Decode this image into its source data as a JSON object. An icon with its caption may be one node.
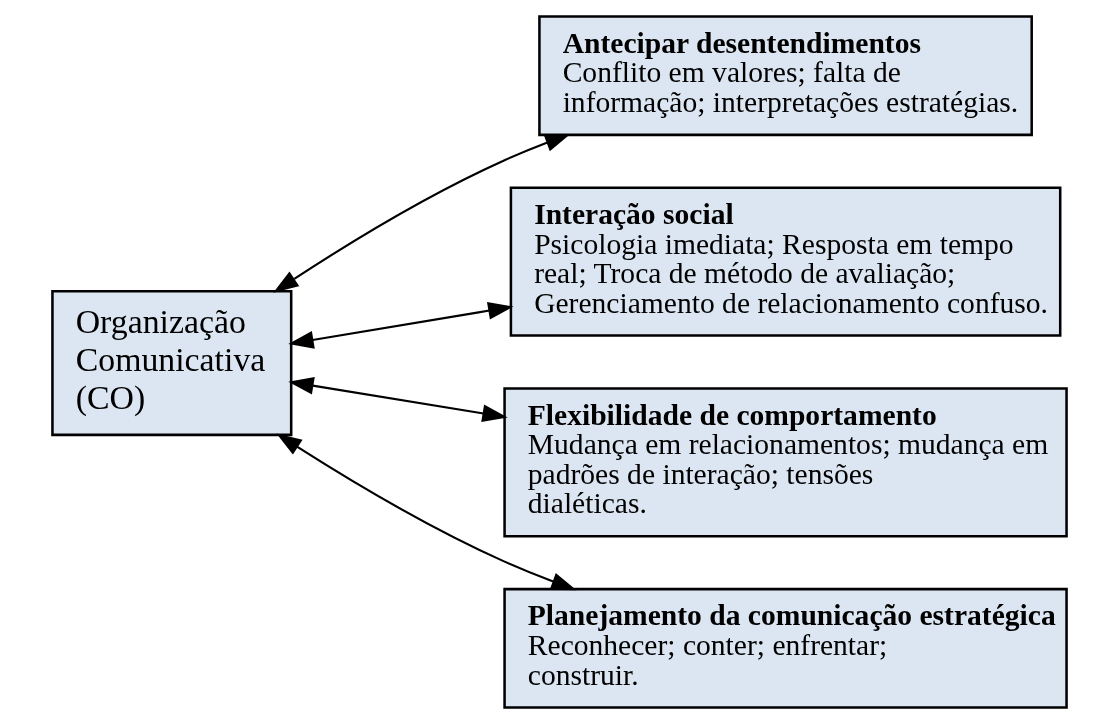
{
  "diagram": {
    "nodes": [
      {
        "text": [
          "Organização Comunicativa (CO)"
        ]
      },
      {
        "text": [
          "Antecipar desentendimentos",
          "Conflito em valores; falta de informação; interpretações estratégias."
        ]
      },
      {
        "text": [
          "Interação social",
          "Psicologia imediata; Resposta em tempo real; Troca de método de avaliação; Gerenciamento de relacionamento confuso."
        ]
      },
      {
        "text": [
          "Flexibilidade de comportamento",
          "Mudança em relacionamentos; mudança em padrões de interação; tensões dialéticas."
        ]
      },
      {
        "text": [
          "Planejamento da comunicação estratégica",
          "Reconhecer; conter; enfrentar; construir."
        ]
      }
    ],
    "edges": [
      {
        "from": 0,
        "to": 1,
        "arrow": "both"
      },
      {
        "from": 0,
        "to": 2,
        "arrow": "both"
      },
      {
        "from": 0,
        "to": 3,
        "arrow": "both"
      },
      {
        "from": 0,
        "to": 4,
        "arrow": "both"
      }
    ]
  }
}
